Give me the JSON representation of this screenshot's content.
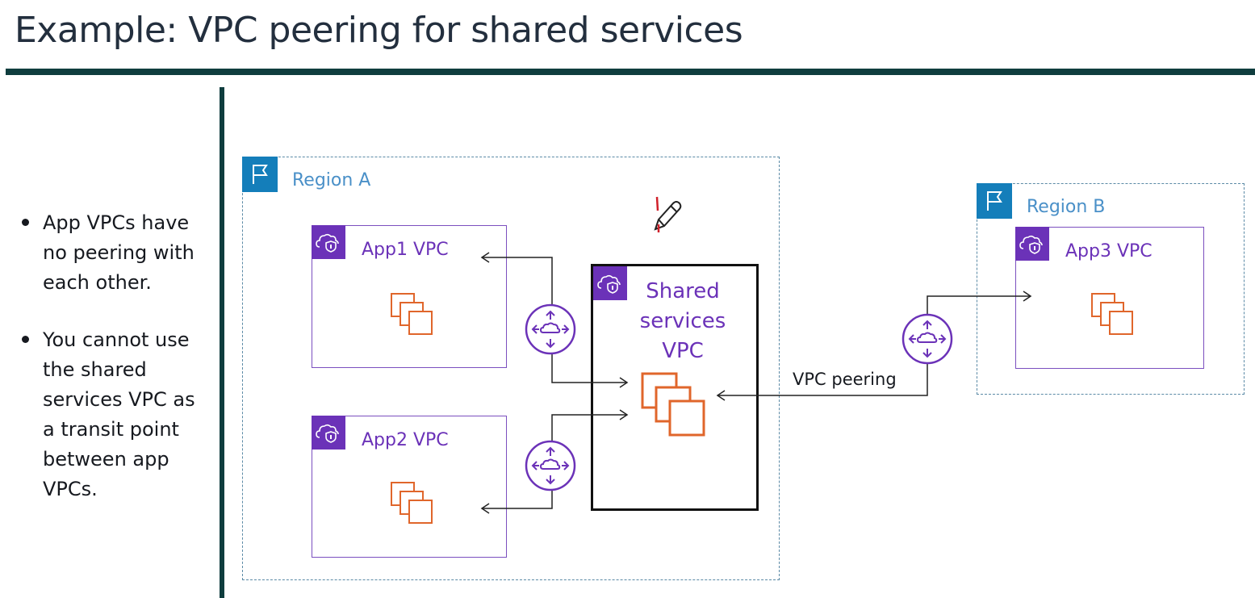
{
  "slide": {
    "title": "Example: VPC peering for shared services"
  },
  "bullets": [
    "App VPCs have no peering with each other.",
    "You cannot use the shared services VPC as a transit point between app VPCs."
  ],
  "regions": {
    "a": {
      "label": "Region A"
    },
    "b": {
      "label": "Region B"
    }
  },
  "vpcs": {
    "app1": {
      "label": "App1 VPC"
    },
    "app2": {
      "label": "App2 VPC"
    },
    "app3": {
      "label": "App3 VPC"
    },
    "shared": {
      "line1": "Shared",
      "line2": "services",
      "line3": "VPC"
    }
  },
  "connections": {
    "peering_label": "VPC peering"
  },
  "icons": {
    "region": "flag-icon",
    "vpc": "vpc-cloud-shield-icon",
    "instances": "ec2-instances-icon",
    "router": "peering-router-icon",
    "annotation": "pencil-icon"
  },
  "colors": {
    "title_rule": "#0f3d3e",
    "region_flag": "#147eba",
    "region_label": "#4a90c8",
    "vpc_purple": "#6b32b8",
    "instance_orange": "#e0662b",
    "text": "#16191f"
  }
}
